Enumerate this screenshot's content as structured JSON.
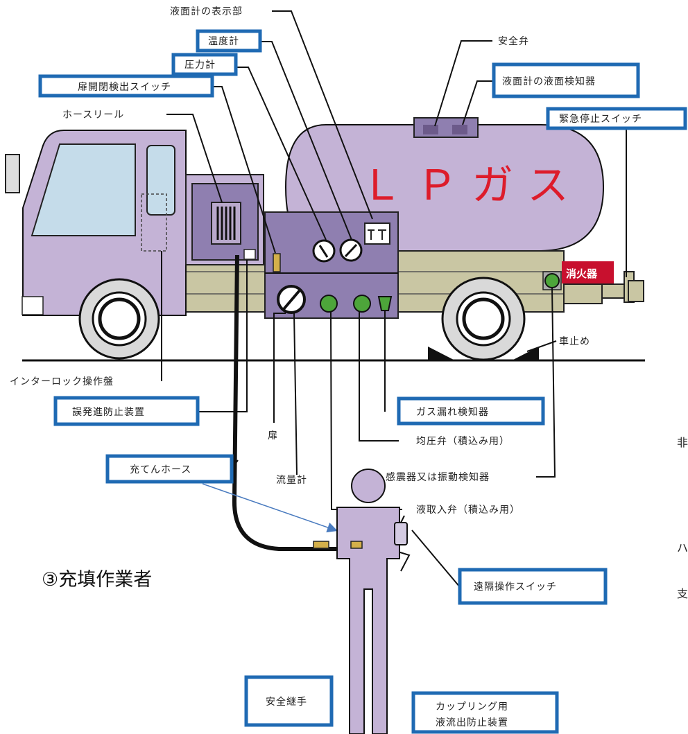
{
  "labels": {
    "gauge_display": "液面計の表示部",
    "thermometer": "温度計",
    "pressure_gauge": "圧力計",
    "door_switch": "扉開閉検出スイッチ",
    "hose_reel": "ホースリール",
    "safety_valve": "安全弁",
    "level_detector": "液面計の液面検知器",
    "emergency_stop": "緊急停止スイッチ",
    "wheel_chock": "車止め",
    "interlock_panel": "インターロック操作盤",
    "misstart_prevention": "誤発進防止装置",
    "gas_leak_detector": "ガス漏れ検知器",
    "pressure_equalizing_valve": "均圧弁（積込み用）",
    "door": "扉",
    "flowmeter": "流量計",
    "filling_hose": "充てんホース",
    "sensor": "感震器又は振動検知器",
    "liquid_inlet_valve": "液取入弁（積込み用）",
    "remote_switch": "遠隔操作スイッチ",
    "safety_coupling": "安全継手",
    "coupling_outflow_prevention_line1": "カップリング用",
    "coupling_outflow_prevention_line2": "液流出防止装置",
    "tank_text": "ＬＰガス",
    "extinguisher": "消火器",
    "worker": "③充填作業者",
    "edge_frag_1": "非",
    "edge_frag_2": "ハ",
    "edge_frag_3": "支"
  },
  "colors": {
    "highlight_box": "#1f6ab3",
    "vehicle_body": "#c4b3d6",
    "tank_text": "#dd1c2b",
    "extinguisher_bg": "#c8102e",
    "chassis": "#c9c6a3"
  }
}
